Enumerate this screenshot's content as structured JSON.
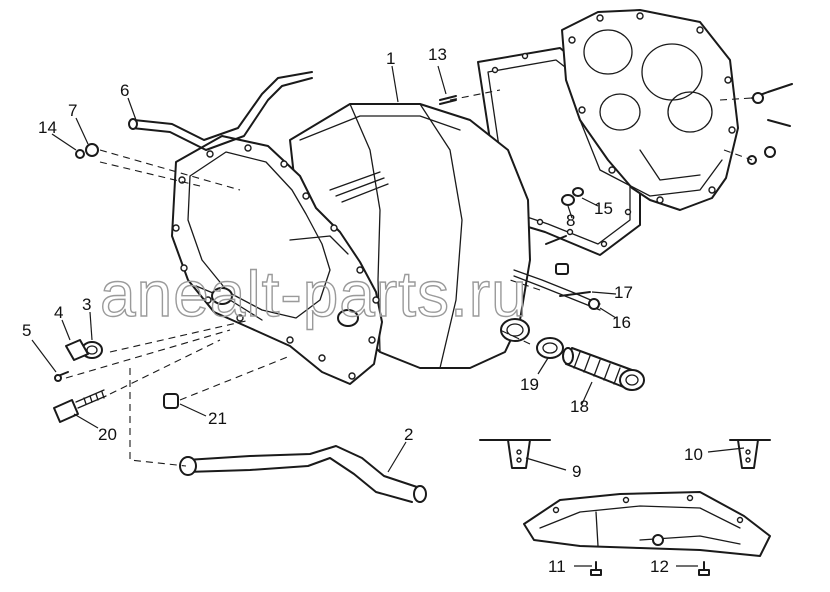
{
  "watermark": "anealt-parts.ru",
  "part_labels": {
    "p1": "1",
    "p2": "2",
    "p3": "3",
    "p4": "4",
    "p5": "5",
    "p6": "6",
    "p7": "7",
    "p8": "8",
    "p9": "9",
    "p10": "10",
    "p11": "11",
    "p12": "12",
    "p13": "13",
    "p14": "14",
    "p15": "15",
    "p16": "16",
    "p17": "17",
    "p18": "18",
    "p19": "19",
    "p20": "20",
    "p21": "21"
  },
  "colors": {
    "line": "#1a1a1a",
    "background": "#ffffff",
    "watermark": "#9a9a9a"
  }
}
